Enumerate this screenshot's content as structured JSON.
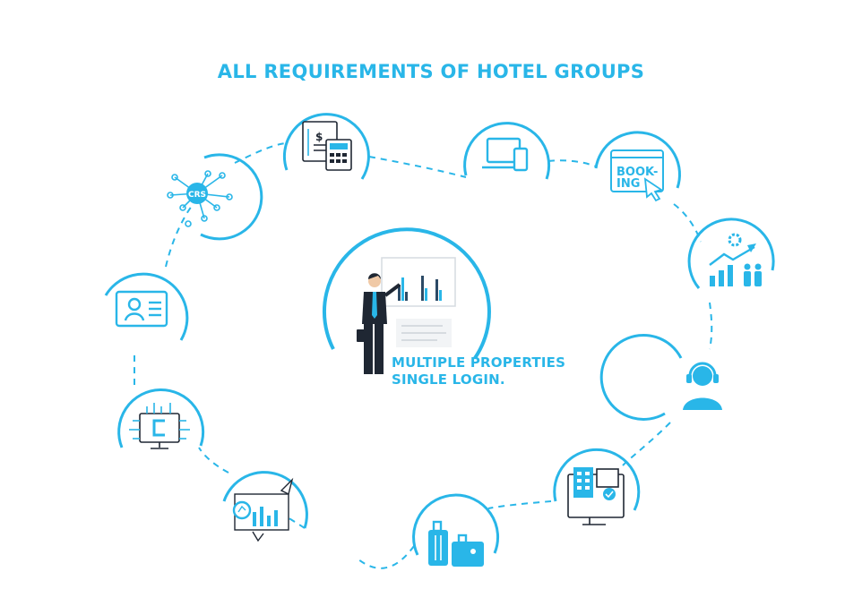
{
  "title": "ALL REQUIREMENTS OF HOTEL GROUPS",
  "colors": {
    "accent": "#29b6e8",
    "dark": "#1f2733",
    "stroke": "#29b6e8"
  },
  "center": {
    "line1": "MULTIPLE PROPERTIES",
    "line2": "SINGLE LOGIN.",
    "icon": "businessman-presenting-chart-icon"
  },
  "nodes": [
    {
      "icon": "crs-network-icon",
      "text": "CRS"
    },
    {
      "icon": "invoice-calculator-icon",
      "text": ""
    },
    {
      "icon": "laptop-mobile-icon",
      "text": ""
    },
    {
      "icon": "booking-window-icon",
      "text": "BOOK-ING"
    },
    {
      "icon": "growth-chart-people-icon",
      "text": ""
    },
    {
      "icon": "support-headset-icon",
      "text": ""
    },
    {
      "icon": "hotel-calendar-monitor-icon",
      "text": ""
    },
    {
      "icon": "luggage-icon",
      "text": ""
    },
    {
      "icon": "analytics-rocket-icon",
      "text": ""
    },
    {
      "icon": "computer-chip-icon",
      "text": ""
    },
    {
      "icon": "id-card-icon",
      "text": ""
    }
  ]
}
